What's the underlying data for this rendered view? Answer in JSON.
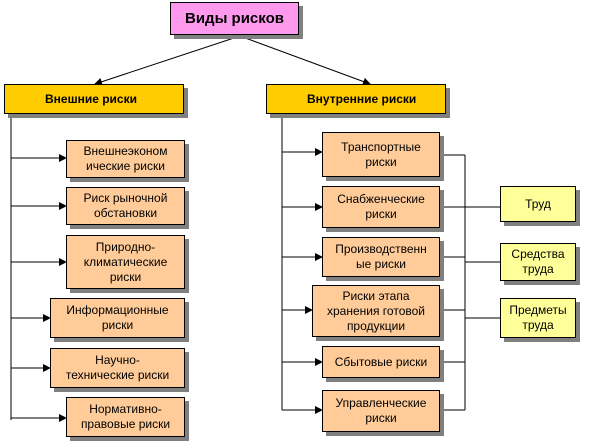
{
  "root": {
    "label": "Виды рисков"
  },
  "external": {
    "label": "Внешние риски",
    "items": [
      "Внешнеэконом\nические риски",
      "Риск рыночной\nобстановки",
      "Природно-\nклиматические\nриски",
      "Информационные\nриски",
      "Научно-\nтехнические риски",
      "Нормативно-\nправовые риски"
    ]
  },
  "internal": {
    "label": "Внутренние риски",
    "items": [
      "Транспортные\nриски",
      "Снабженческие\nриски",
      "Производственн\nые риски",
      "Риски этапа\nхранения готовой\nпродукции",
      "Сбытовые риски",
      "Управленческие\nриски"
    ]
  },
  "resources": {
    "items": [
      "Труд",
      "Средства\nтруда",
      "Предметы\nтруда"
    ]
  },
  "colors": {
    "root_fill": "#ff99ee",
    "category_fill": "#ffcc00",
    "item_fill": "#ffcc99",
    "resource_fill": "#ffff99",
    "line": "#000000",
    "shadow": "#808080"
  }
}
